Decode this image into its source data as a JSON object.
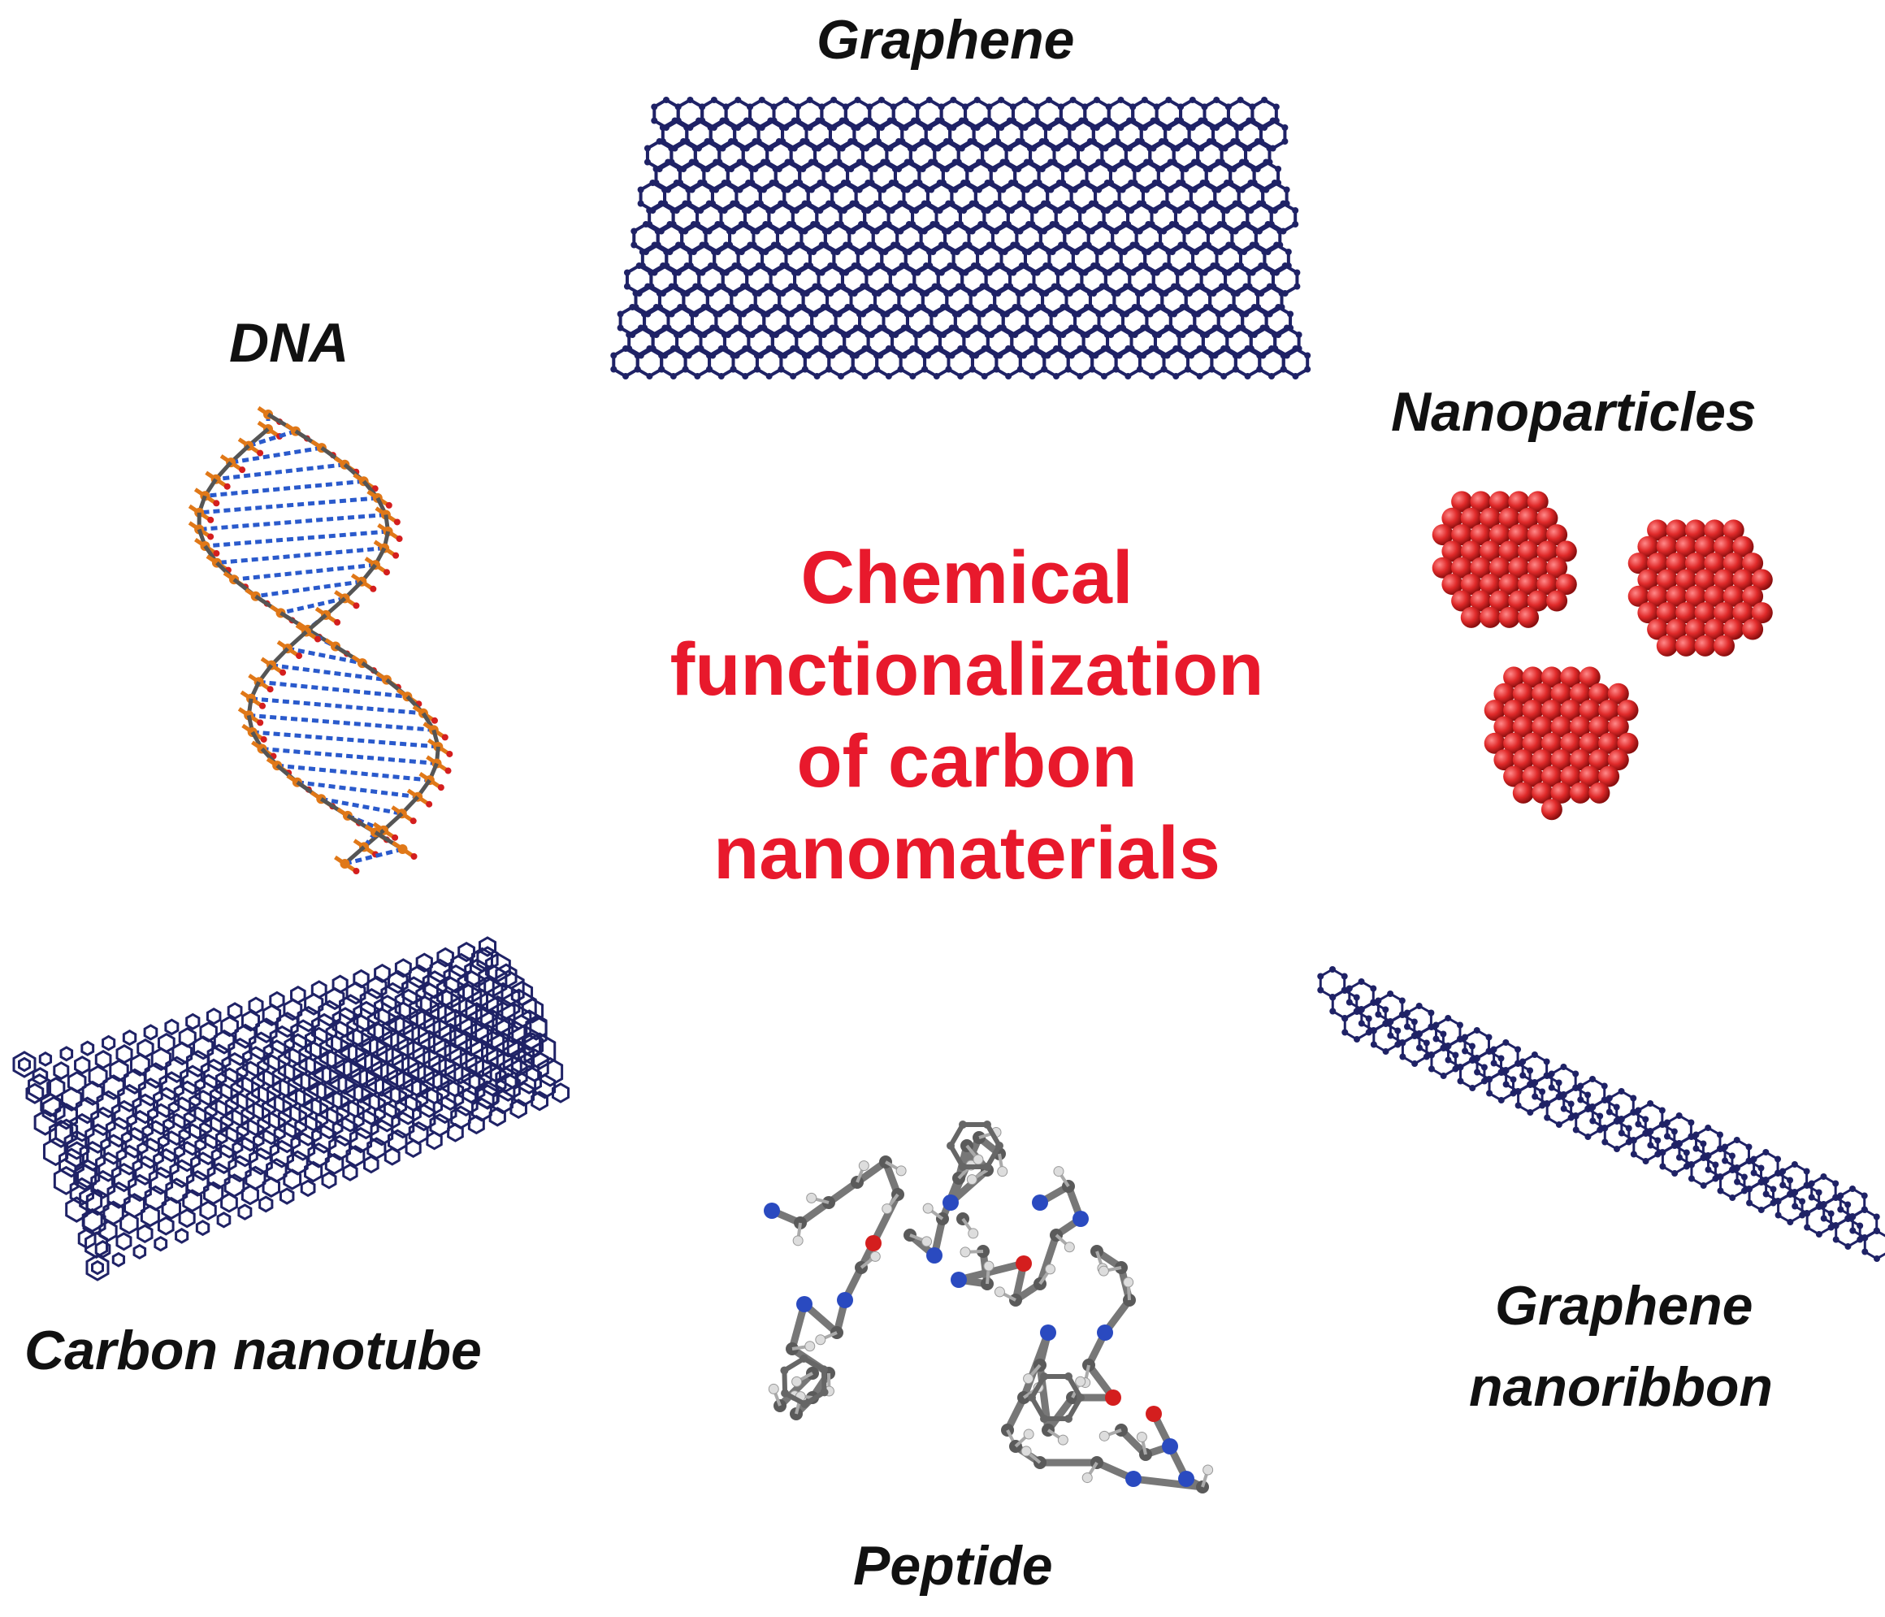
{
  "title_lines": [
    "Chemical",
    "functionalization",
    "of carbon",
    "nanomaterials"
  ],
  "labels": {
    "graphene": "Graphene",
    "dna": "DNA",
    "nanoparticles": "Nanoparticles",
    "carbon_nanotube": "Carbon nanotube",
    "peptide": "Peptide",
    "graphene_nanoribbon_line1": "Graphene",
    "graphene_nanoribbon_line2": "nanoribbon"
  },
  "colors": {
    "title": "#e8192c",
    "carbon_lattice": "#1f2266",
    "nanoparticle": "#e02a2a",
    "dna_backbone": "#e07818",
    "dna_base": "#2a5acc",
    "peptide_carbon": "#5a5a5a",
    "peptide_oxygen": "#d41e1e",
    "peptide_nitrogen": "#2a4ac0",
    "peptide_hydrogen": "#dddddd"
  }
}
